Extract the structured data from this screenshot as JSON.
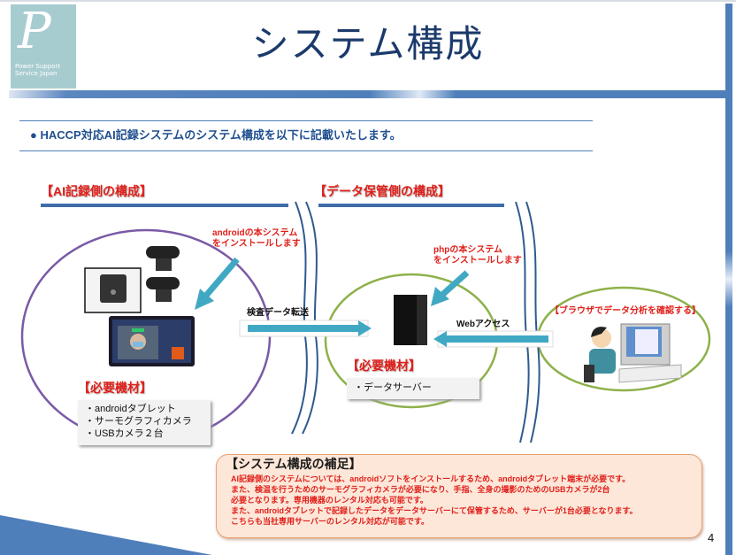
{
  "logo": {
    "letter": "P",
    "text": "Power Support Service Japan"
  },
  "header": {
    "title": "システム構成"
  },
  "intro": "● HACCP対応AI記録システムのシステム構成を以下に記載いたします。",
  "sections": {
    "ai": {
      "title": "【AI記録側の構成】",
      "install_note": [
        "androidの本システム",
        "をインストールします"
      ],
      "equipment_title": "【必要機材】",
      "equipment": [
        "・androidタブレット",
        "・サーモグラフィカメラ",
        "・USBカメラ２台"
      ]
    },
    "data": {
      "title": "【データ保管側の構成】",
      "install_note": [
        "phpの本システム",
        "をインストールします"
      ],
      "equipment_title": "【必要機材】",
      "equipment": [
        "・データサーバー"
      ]
    },
    "browser": {
      "label": "【ブラウザでデータ分析を確認する】"
    }
  },
  "arrows": {
    "transfer": "検査データ転送",
    "web": "Webアクセス"
  },
  "note": {
    "title": "【システム構成の補足】",
    "lines": [
      "AI記録側のシステムについては、androidソフトをインストールするため、androidタブレット端末が必要です。",
      "また、検温を行うためのサーモグラフィカメラが必要になり、手指、全身の撮影のためのUSBカメラが2台",
      "必要となります。専用機器のレンタル対応も可能です。",
      "また、androidタブレットで記録したデータをデータサーバーにて保管するため、サーバーが1台必要となります。",
      "こちらも当社専用サーバーのレンタル対応が可能です。"
    ]
  },
  "page_number": "4",
  "colors": {
    "accent": "#4f7fba",
    "red": "#e0201a",
    "arrow": "#41a8c4",
    "purple": "#7a5aa6",
    "green": "#8db14a"
  }
}
